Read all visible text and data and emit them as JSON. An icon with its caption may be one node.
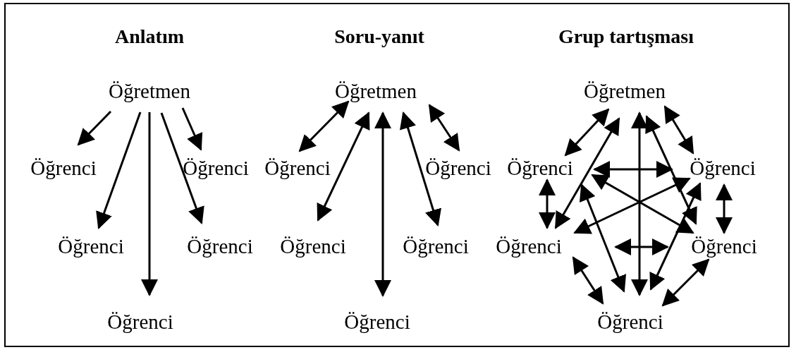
{
  "diagram": {
    "nodes": [
      {
        "text": [
          "Öğretmen"
        ]
      },
      {
        "text": [
          "Öğrenci"
        ]
      },
      {
        "text": [
          "Öğrenci"
        ]
      },
      {
        "text": [
          "Öğrenci"
        ]
      },
      {
        "text": [
          "Öğrenci"
        ]
      },
      {
        "text": [
          "Öğrenci"
        ]
      },
      {
        "text": [
          "Öğretmen"
        ]
      },
      {
        "text": [
          "Öğrenci"
        ]
      },
      {
        "text": [
          "Öğrenci"
        ]
      },
      {
        "text": [
          "Öğrenci"
        ]
      },
      {
        "text": [
          "Öğrenci"
        ]
      },
      {
        "text": [
          "Öğrenci"
        ]
      },
      {
        "text": [
          "Öğretmen"
        ]
      },
      {
        "text": [
          "Öğrenci"
        ]
      },
      {
        "text": [
          "Öğrenci"
        ]
      },
      {
        "text": [
          "Öğrenci"
        ]
      },
      {
        "text": [
          "Öğrenci"
        ]
      },
      {
        "text": [
          "Öğrenci"
        ]
      }
    ],
    "edges": [
      {
        "from": 0,
        "to": 1,
        "arrow": "to"
      },
      {
        "from": 0,
        "to": 3,
        "arrow": "to"
      },
      {
        "from": 0,
        "to": 5,
        "arrow": "to"
      },
      {
        "from": 0,
        "to": 4,
        "arrow": "to"
      },
      {
        "from": 0,
        "to": 2,
        "arrow": "to"
      },
      {
        "from": 6,
        "to": 7,
        "arrow": "both"
      },
      {
        "from": 6,
        "to": 9,
        "arrow": "both"
      },
      {
        "from": 6,
        "to": 11,
        "arrow": "both"
      },
      {
        "from": 6,
        "to": 10,
        "arrow": "both"
      },
      {
        "from": 6,
        "to": 8,
        "arrow": "both"
      },
      {
        "from": 12,
        "to": 13,
        "arrow": "both"
      },
      {
        "from": 12,
        "to": 15,
        "arrow": "both"
      },
      {
        "from": 12,
        "to": 17,
        "arrow": "both"
      },
      {
        "from": 12,
        "to": 16,
        "arrow": "both"
      },
      {
        "from": 12,
        "to": 14,
        "arrow": "both"
      },
      {
        "from": 13,
        "to": 14,
        "arrow": "both"
      },
      {
        "from": 13,
        "to": 15,
        "arrow": "both"
      },
      {
        "from": 13,
        "to": 16,
        "arrow": "both"
      },
      {
        "from": 13,
        "to": 17,
        "arrow": "both"
      },
      {
        "from": 14,
        "to": 15,
        "arrow": "both"
      },
      {
        "from": 14,
        "to": 16,
        "arrow": "both"
      },
      {
        "from": 14,
        "to": 17,
        "arrow": "both"
      },
      {
        "from": 15,
        "to": 16,
        "arrow": "both"
      },
      {
        "from": 15,
        "to": 17,
        "arrow": "both"
      },
      {
        "from": 16,
        "to": 17,
        "arrow": "both"
      }
    ],
    "labels": [
      "Anlatım",
      "Soru-yanıt",
      "Grup tartışması"
    ]
  }
}
